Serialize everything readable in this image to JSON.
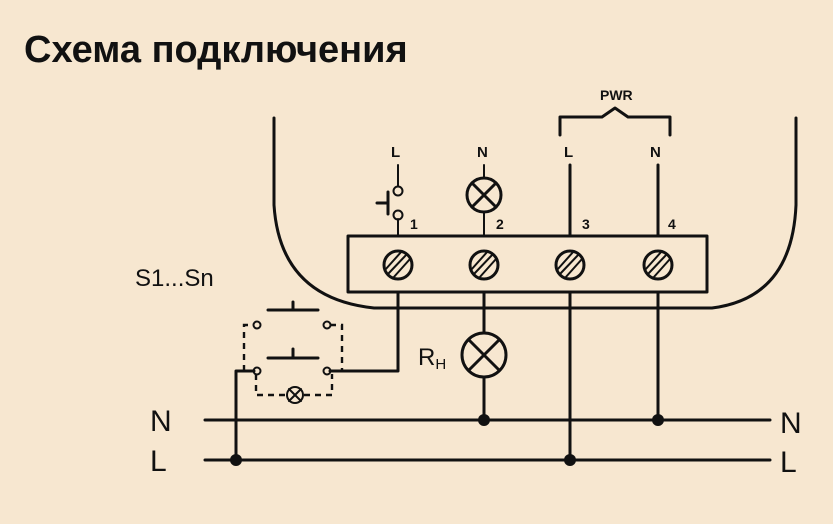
{
  "title": "Схема подключения",
  "switch_group_label": "S1...Sn",
  "load_label_main": "R",
  "load_label_sub": "H",
  "bus": {
    "n_left": "N",
    "l_left": "L",
    "n_right": "N",
    "l_right": "L"
  },
  "terminals": [
    {
      "number": "1",
      "top_label": "L"
    },
    {
      "number": "2",
      "top_label": "N"
    },
    {
      "number": "3",
      "top_label": "L"
    },
    {
      "number": "4",
      "top_label": "N"
    }
  ],
  "pwr_label": "PWR"
}
